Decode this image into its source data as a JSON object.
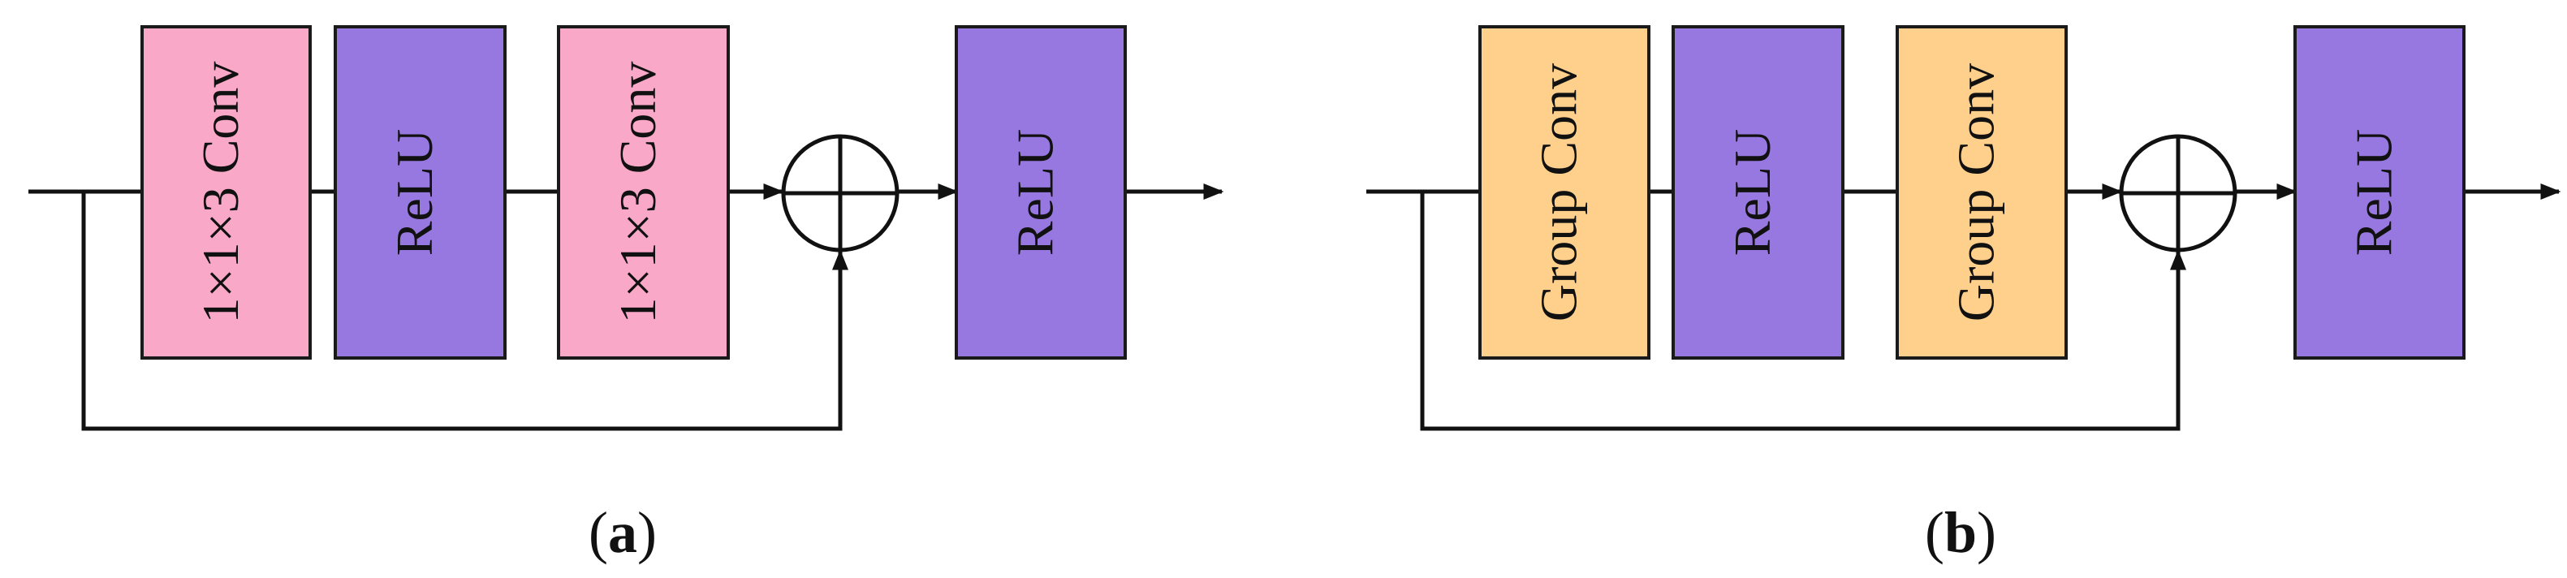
{
  "colors": {
    "conv_1x1x3": "#F9A8C8",
    "relu": "#9778E0",
    "group_conv": "#FFD08C",
    "line": "#111111"
  },
  "panels": [
    {
      "caption_letter": "a",
      "blocks": [
        {
          "label": "1×1×3 Conv",
          "kind": "conv_1x1x3"
        },
        {
          "label": "ReLU",
          "kind": "relu"
        },
        {
          "label": "1×1×3 Conv",
          "kind": "conv_1x1x3"
        },
        {
          "label": "ReLU",
          "kind": "relu"
        }
      ]
    },
    {
      "caption_letter": "b",
      "blocks": [
        {
          "label": "Group Conv",
          "kind": "group_conv"
        },
        {
          "label": "ReLU",
          "kind": "relu"
        },
        {
          "label": "Group Conv",
          "kind": "group_conv"
        },
        {
          "label": "ReLU",
          "kind": "relu"
        }
      ]
    }
  ]
}
